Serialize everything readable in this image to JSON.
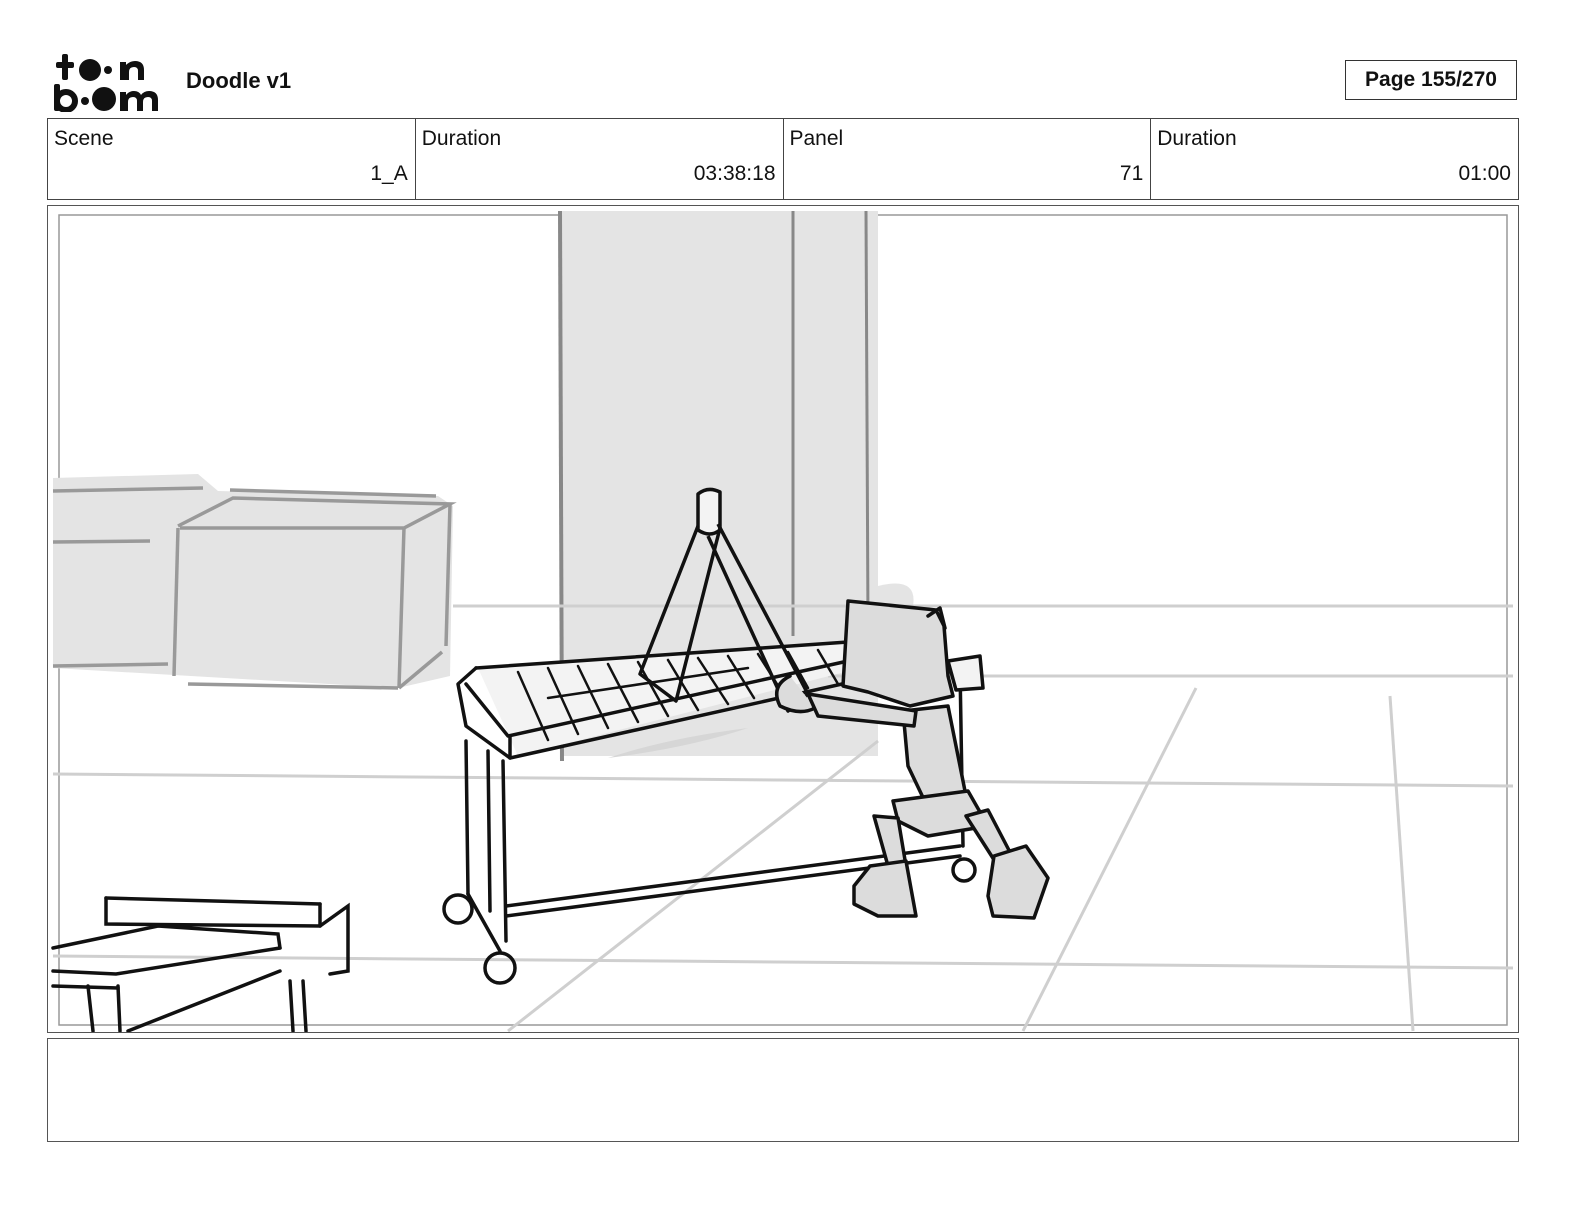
{
  "header": {
    "logo_text_top": "toon",
    "logo_text_bottom": "boom",
    "project_title": "Doodle v1",
    "page_label": "Page 155/270"
  },
  "info": [
    {
      "label": "Scene",
      "value": "1_A"
    },
    {
      "label": "Duration",
      "value": "03:38:18"
    },
    {
      "label": "Panel",
      "value": "71"
    },
    {
      "label": "Duration",
      "value": "01:00"
    }
  ],
  "caption": {
    "text": ""
  },
  "colors": {
    "border": "#444444",
    "sketch_line": "#111111",
    "sketch_fill": "#e3e3e3",
    "floor_line": "#cfcfcf"
  }
}
